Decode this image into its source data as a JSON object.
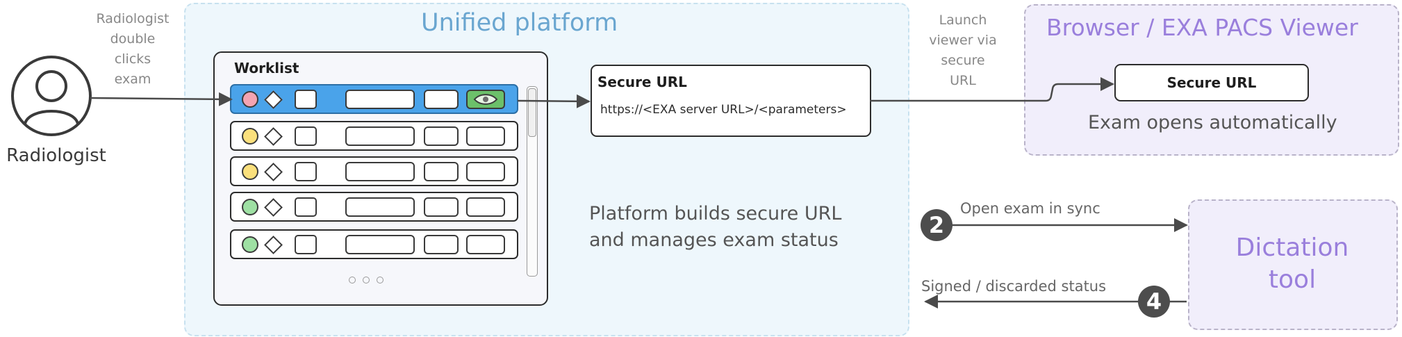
{
  "actor": {
    "label": "Radiologist",
    "action_note": [
      "Radiologist",
      "double",
      "clicks",
      "exam"
    ]
  },
  "platform": {
    "title": "Unified platform",
    "description_lines": [
      "Platform builds secure URL",
      "and manages exam status"
    ]
  },
  "worklist": {
    "title": "Worklist",
    "rows": [
      {
        "status_color": "#f4a4b2",
        "selected": true
      },
      {
        "status_color": "#fbe07c",
        "selected": false
      },
      {
        "status_color": "#fbe07c",
        "selected": false
      },
      {
        "status_color": "#9ee0a3",
        "selected": false
      },
      {
        "status_color": "#9ee0a3",
        "selected": false
      }
    ],
    "selected_row_color": "#4aa3ea",
    "view_icon": "eye-icon"
  },
  "secure_url_box": {
    "title": "Secure URL",
    "url": "https://<EXA server URL>/<parameters>"
  },
  "launch_note": [
    "Launch",
    "viewer via",
    "secure",
    "URL"
  ],
  "browser": {
    "title": "Browser / EXA PACS Viewer",
    "secure_url_label": "Secure URL",
    "status_text": "Exam opens automatically"
  },
  "dictation": {
    "title_lines": [
      "Dictation",
      "tool"
    ]
  },
  "flows": {
    "sync": {
      "step": "2",
      "label": "Open exam in sync"
    },
    "status": {
      "step": "4",
      "label": "Signed / discarded status"
    }
  },
  "colors": {
    "platform_bg": "#eef7fc",
    "platform_title": "#6aa6d0",
    "purple_panel_bg": "#f1eefb",
    "purple_title": "#9a7fdc"
  }
}
